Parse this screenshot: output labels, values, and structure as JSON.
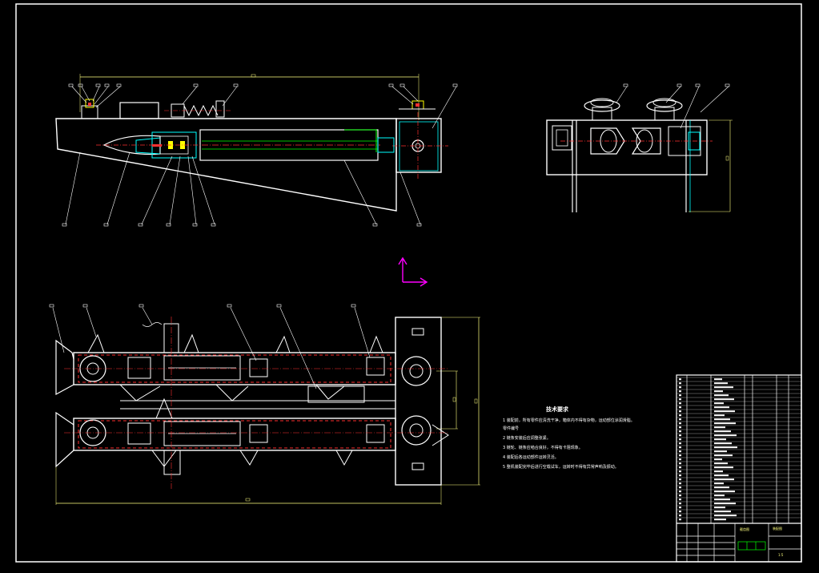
{
  "drawing": {
    "technical_requirements": {
      "title": "技术要求",
      "lines": [
        "1 装配前，所有零件应清洗干净，箱体内不得有杂物，运动部位涂润滑脂。",
        "  零件编号",
        "2 链条安装后应调整张紧。",
        "3 链轮、链条应啮合良好，不得有卡阻现象。",
        "4 装配后各运动部件运转灵活。",
        "5 整机装配完毕后进行空载试车，运转时不得有异常声响及振动。"
      ]
    },
    "title_block": {
      "name_cell": "截齿图",
      "drawing_no": "装配图",
      "scale": "1:5"
    },
    "colors": {
      "background": "#000000",
      "outline": "#ffffff",
      "dimension": "#ffff80",
      "centerline": "#ff3030",
      "hidden": "#00ffff",
      "green": "#00ff00",
      "axis": "#ff00ff"
    }
  }
}
